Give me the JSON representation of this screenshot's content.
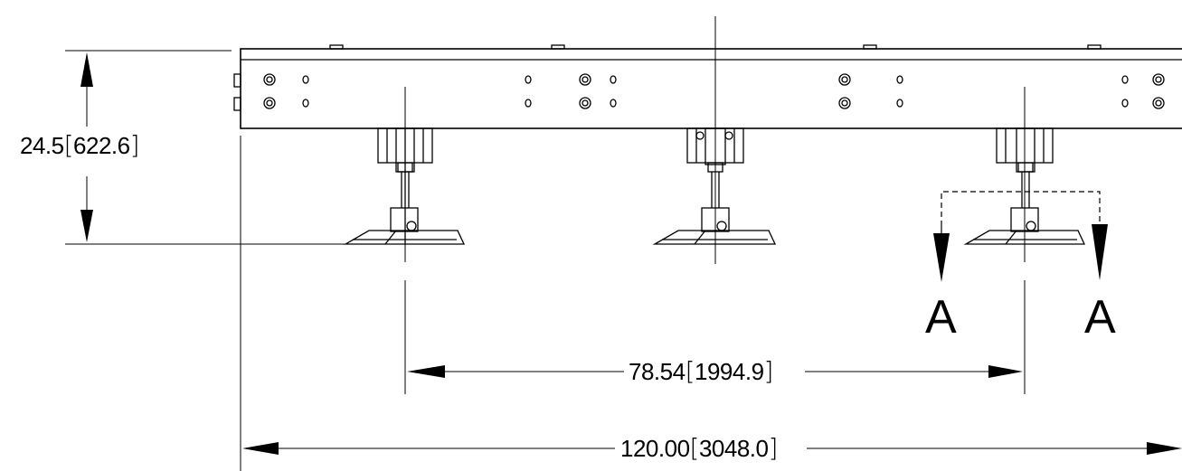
{
  "dimensions": {
    "height": {
      "value": "24.5",
      "metric": "622.6"
    },
    "foot_spacing": {
      "value": "78.54",
      "metric": "1994.9"
    },
    "overall_length": {
      "value": "120.00",
      "metric": "3048.0"
    }
  },
  "section": {
    "left_label": "A",
    "right_label": "A"
  },
  "colors": {
    "line": "#000000",
    "background": "#ffffff"
  }
}
